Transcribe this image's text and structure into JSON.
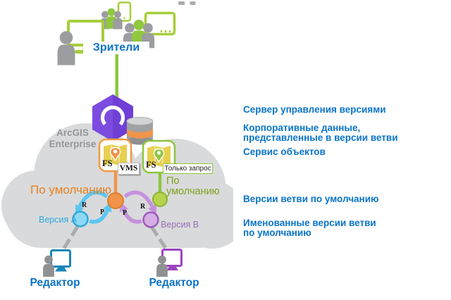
{
  "colors": {
    "annotation_blue": "#0A74C9",
    "label_blue": "#0C73C4",
    "cloud_gray": "#D9DADB",
    "hexagon_purple": "#7C4CE0",
    "orange": "#F0944C",
    "orange_text": "#E8821E",
    "green": "#8DC63F",
    "green_device": "#A6CE39",
    "green_text": "#7FA11E",
    "blue_arrow": "#5BC6F2",
    "purple_arrow": "#C492DC",
    "blue_circle_stroke": "#2FA8DD",
    "purple_circle_stroke": "#9C59B8",
    "teal_monitor": "#1787B8",
    "purple_monitor": "#9C44C0"
  },
  "top": {
    "viewers_label": "Зрители"
  },
  "cloud": {
    "platform_line1": "ArcGIS",
    "platform_line2": "Enterprise",
    "service_orange": {
      "fs": "FS",
      "vms": "VMS"
    },
    "service_green": {
      "fs": "FS",
      "query_only": "Только запрос"
    },
    "default_version_left": "По умолчанию",
    "default_version_right_line1": "По",
    "default_version_right_line2": "умолчанию",
    "version_a": "Версия A",
    "version_b": "Версия B",
    "edges": {
      "reconcile_left": "R",
      "post_left": "P",
      "post_right": "P",
      "reconcile_right": "R"
    }
  },
  "editors": {
    "left_label": "Редактор",
    "right_label": "Редактор"
  },
  "annotations": {
    "versioning_server": "Сервер управления версиями",
    "enterprise_data_line1": "Корпоративные данные,",
    "enterprise_data_line2": "представленные в версии ветви",
    "feature_service": "Сервис объектов",
    "default_branch": "Версии ветви по умолчанию",
    "named_branch_line1": "Именованные версии ветви",
    "named_branch_line2": "по умолчанию"
  }
}
